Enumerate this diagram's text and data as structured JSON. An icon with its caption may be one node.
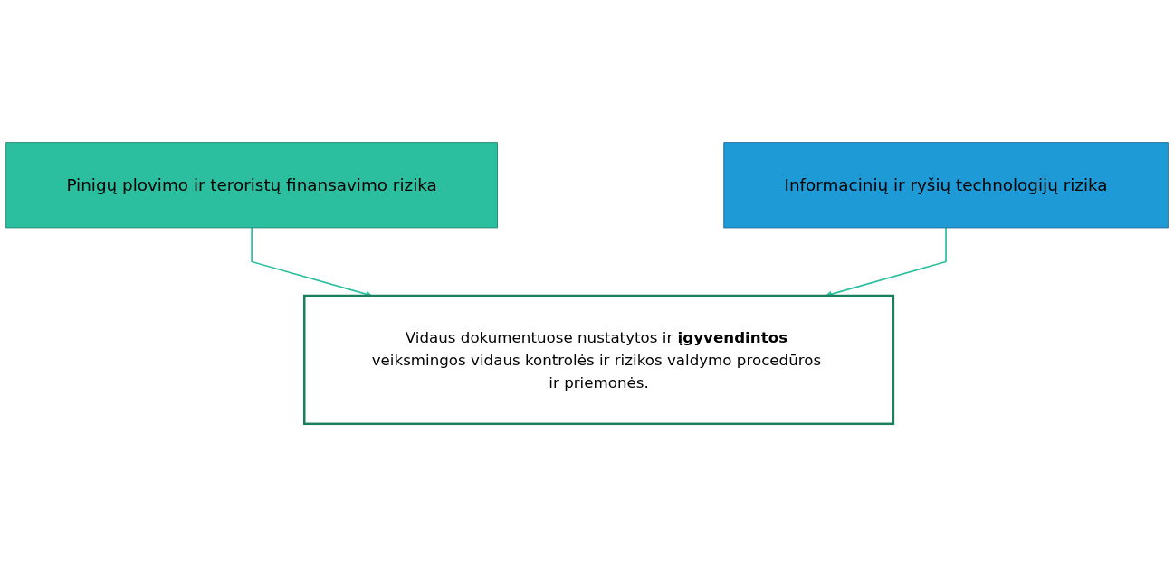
{
  "diagram": {
    "nodes": [
      {
        "text": [
          "Pinigų plovimo ir teroristų finansavimo rizika"
        ]
      },
      {
        "text": [
          "Informacinių ir ryšių technologijų rizika"
        ]
      },
      {
        "text": [
          "Vidaus dokumentuose nustatytos ir **įgyvendintos** veiksmingos vidaus kontrolės ir rizikos valdymo procedūros ir priemonės."
        ]
      }
    ],
    "edges": [
      {
        "from": 0,
        "to": 2,
        "arrow": "to"
      },
      {
        "from": 1,
        "to": 2,
        "arrow": "to"
      }
    ]
  }
}
